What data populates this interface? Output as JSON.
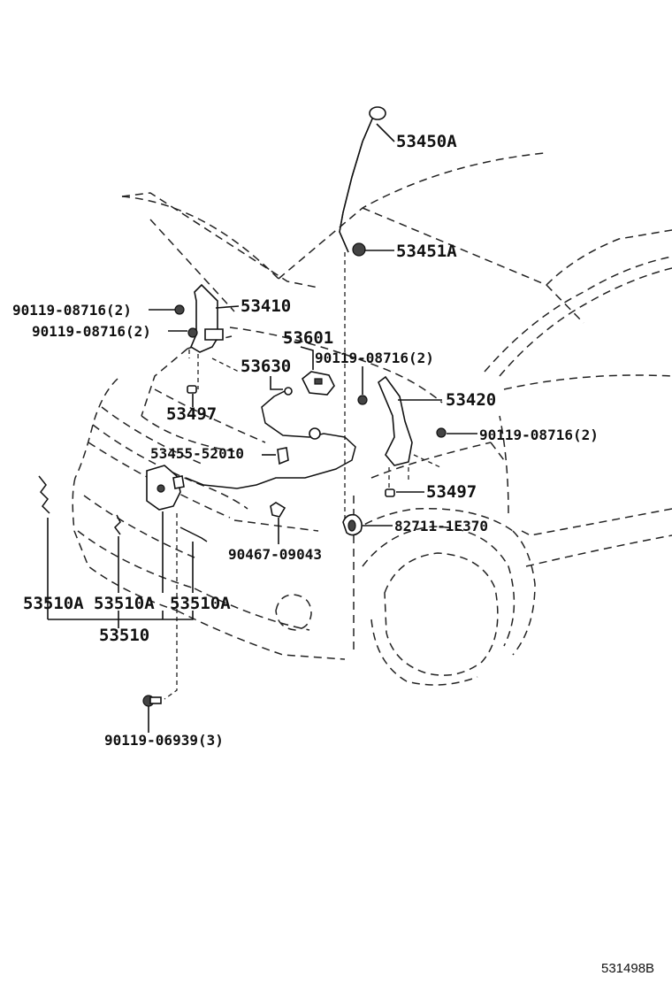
{
  "diagram": {
    "labels": {
      "rod": "53450A",
      "rod_clip": "53451A",
      "hinge_left": "53410",
      "hinge_left_bolt_a": "90119-08716(2)",
      "hinge_left_bolt_b": "90119-08716(2)",
      "lock_control": "53601",
      "lock_control_bolt": "90119-08716(2)",
      "cable": "53630",
      "hinge_right": "53420",
      "hinge_right_bolt": "90119-08716(2)",
      "cushion_left": "53497",
      "cushion_right": "53497",
      "clamp": "53455-52010",
      "insulator_clip": "82711-1E370",
      "retainer": "90467-09043",
      "striker_a": "53510A",
      "striker_b": "53510A",
      "striker_c": "53510A",
      "lock_assembly": "53510",
      "lock_bolt": "90119-06939(3)"
    },
    "figure_code": "531498B"
  }
}
